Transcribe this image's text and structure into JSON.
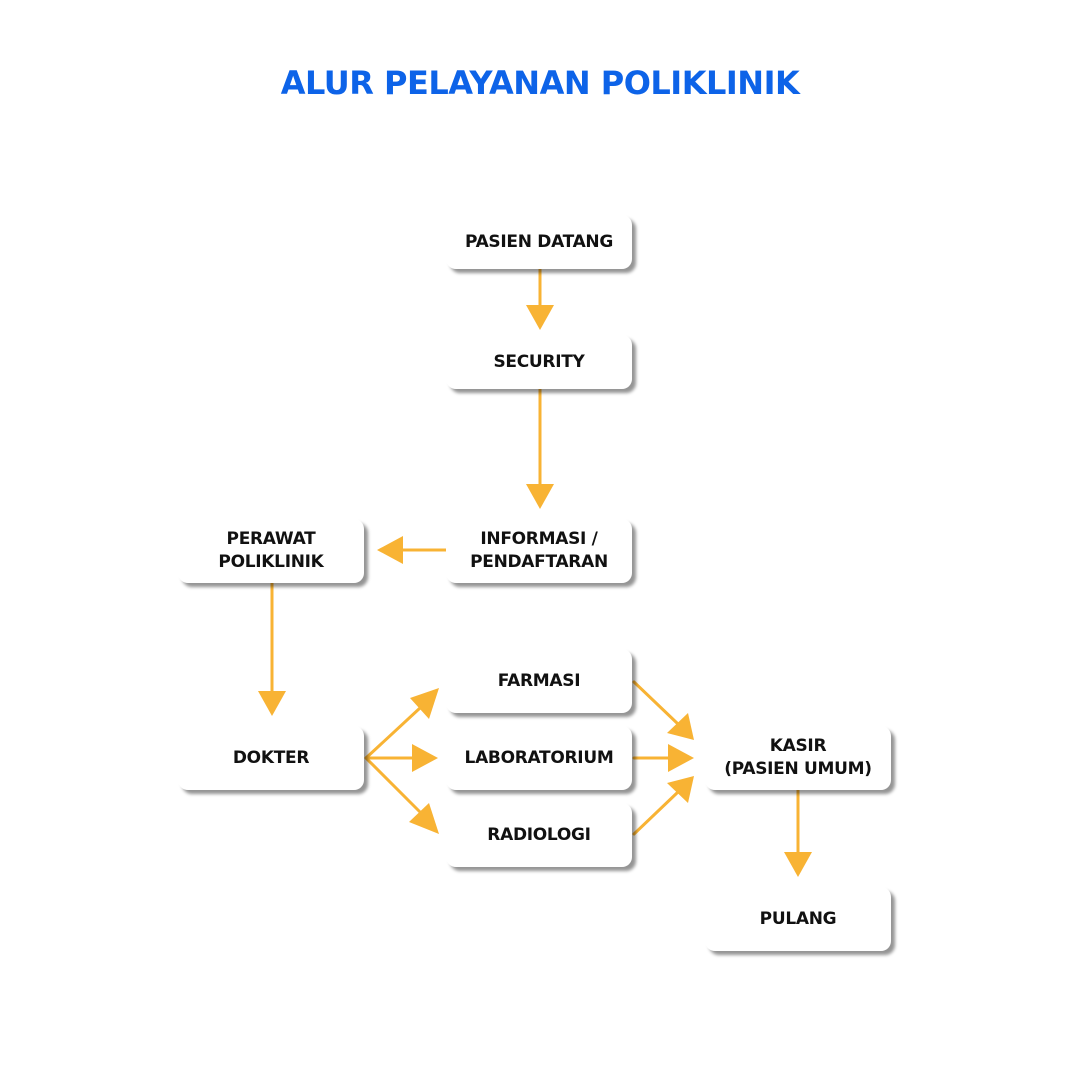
{
  "title": "ALUR PELAYANAN POLIKLINIK",
  "colors": {
    "title": "#0d63e8",
    "arrow": "#f8b334",
    "node_fill": "#ffffff",
    "node_text": "#111111"
  },
  "nodes": {
    "pasien_datang": "PASIEN DATANG",
    "security": "SECURITY",
    "informasi": "INFORMASI /\nPENDAFTARAN",
    "perawat": "PERAWAT\nPOLIKLINIK",
    "dokter": "DOKTER",
    "farmasi": "FARMASI",
    "laboratorium": "LABORATORIUM",
    "radiologi": "RADIOLOGI",
    "kasir": "KASIR\n(PASIEN UMUM)",
    "pulang": "PULANG"
  },
  "edges": [
    {
      "from": "pasien_datang",
      "to": "security"
    },
    {
      "from": "security",
      "to": "informasi"
    },
    {
      "from": "informasi",
      "to": "perawat"
    },
    {
      "from": "perawat",
      "to": "dokter"
    },
    {
      "from": "dokter",
      "to": "farmasi"
    },
    {
      "from": "dokter",
      "to": "laboratorium"
    },
    {
      "from": "dokter",
      "to": "radiologi"
    },
    {
      "from": "farmasi",
      "to": "kasir"
    },
    {
      "from": "laboratorium",
      "to": "kasir"
    },
    {
      "from": "radiologi",
      "to": "kasir"
    },
    {
      "from": "kasir",
      "to": "pulang"
    }
  ]
}
